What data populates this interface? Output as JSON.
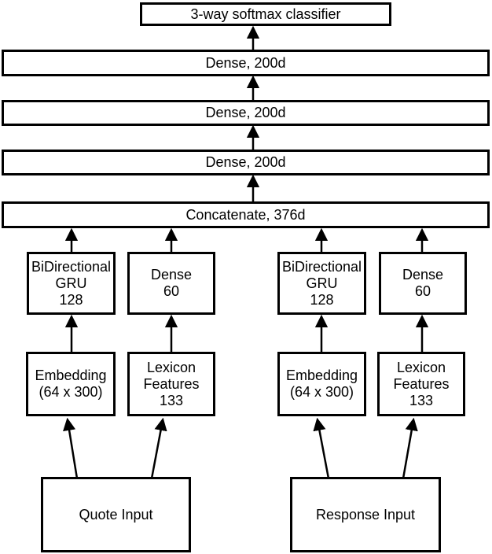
{
  "colors": {
    "line": "#000000",
    "background": "#ffffff",
    "text": "#000000"
  },
  "diagram": {
    "nodes": {
      "classifier": {
        "label": "3-way softmax classifier"
      },
      "dense_top": {
        "label": "Dense, 200d"
      },
      "dense_middle": {
        "label": "Dense, 200d"
      },
      "dense_bottom": {
        "label": "Dense, 200d"
      },
      "concatenate": {
        "label": "Concatenate, 376d"
      },
      "quote_bigru": {
        "label": "BiDirectional\nGRU\n128"
      },
      "quote_dense60": {
        "label": "Dense\n60"
      },
      "response_bigru": {
        "label": "BiDirectional\nGRU\n128"
      },
      "response_dense60": {
        "label": "Dense\n60"
      },
      "quote_embedding": {
        "label": "Embedding\n(64 x 300)"
      },
      "quote_lexicon": {
        "label": "Lexicon\nFeatures\n133"
      },
      "response_embedding": {
        "label": "Embedding\n(64 x 300)"
      },
      "response_lexicon": {
        "label": "Lexicon\nFeatures\n133"
      },
      "quote_input": {
        "label": "Quote Input"
      },
      "response_input": {
        "label": "Response Input"
      }
    },
    "connections": [
      {
        "from": "dense_top",
        "to": "classifier"
      },
      {
        "from": "dense_middle",
        "to": "dense_top"
      },
      {
        "from": "dense_bottom",
        "to": "dense_middle"
      },
      {
        "from": "concatenate",
        "to": "dense_bottom"
      },
      {
        "from": "quote_bigru",
        "to": "concatenate"
      },
      {
        "from": "quote_dense60",
        "to": "concatenate"
      },
      {
        "from": "response_bigru",
        "to": "concatenate"
      },
      {
        "from": "response_dense60",
        "to": "concatenate"
      },
      {
        "from": "quote_embedding",
        "to": "quote_bigru"
      },
      {
        "from": "quote_lexicon",
        "to": "quote_dense60"
      },
      {
        "from": "response_embedding",
        "to": "response_bigru"
      },
      {
        "from": "response_lexicon",
        "to": "response_dense60"
      },
      {
        "from": "quote_input",
        "to": "quote_embedding"
      },
      {
        "from": "quote_input",
        "to": "quote_lexicon"
      },
      {
        "from": "response_input",
        "to": "response_embedding"
      },
      {
        "from": "response_input",
        "to": "response_lexicon"
      }
    ]
  }
}
